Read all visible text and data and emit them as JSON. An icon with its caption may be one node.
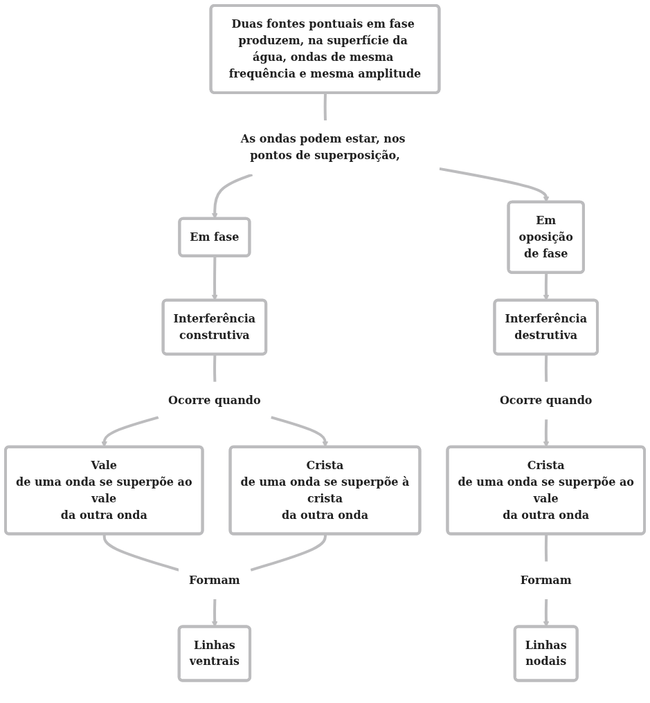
{
  "diagram": {
    "nodes": [
      {
        "text": [
          "Duas fontes pontuais em fase produzem, na superfície da água, ondas de mesma frequência e mesma amplitude"
        ]
      },
      {
        "text": [
          "As ondas podem estar, nos pontos de superposição,"
        ]
      },
      {
        "text": [
          "Em fase"
        ]
      },
      {
        "text": [
          "Em",
          "oposição",
          "de fase"
        ]
      },
      {
        "text": [
          "Interferência",
          "construtiva"
        ]
      },
      {
        "text": [
          "Interferência",
          "destrutiva"
        ]
      },
      {
        "text": [
          "Ocorre quando"
        ]
      },
      {
        "text": [
          "Ocorre quando"
        ]
      },
      {
        "text": [
          "Vale",
          "de uma onda se superpõe ao",
          "vale",
          "da outra onda"
        ]
      },
      {
        "text": [
          "Crista",
          "de uma onda se superpõe à",
          "crista",
          "da outra onda"
        ]
      },
      {
        "text": [
          "Crista",
          "de uma onda se superpõe ao",
          "vale",
          "da outra onda"
        ]
      },
      {
        "text": [
          "Formam"
        ]
      },
      {
        "text": [
          "Formam"
        ]
      },
      {
        "text": [
          "Linhas",
          "ventrais"
        ]
      },
      {
        "text": [
          "Linhas",
          "nodais"
        ]
      }
    ],
    "edges": [
      {
        "from": 0,
        "to": 1,
        "arrow": "none"
      },
      {
        "from": 1,
        "to": 2,
        "arrow": "to"
      },
      {
        "from": 1,
        "to": 3,
        "arrow": "to"
      },
      {
        "from": 2,
        "to": 4,
        "arrow": "to"
      },
      {
        "from": 3,
        "to": 5,
        "arrow": "to"
      },
      {
        "from": 4,
        "to": 6,
        "arrow": "none"
      },
      {
        "from": 5,
        "to": 7,
        "arrow": "none"
      },
      {
        "from": 6,
        "to": 8,
        "arrow": "to"
      },
      {
        "from": 6,
        "to": 9,
        "arrow": "to"
      },
      {
        "from": 7,
        "to": 10,
        "arrow": "to"
      },
      {
        "from": 8,
        "to": 11,
        "arrow": "none"
      },
      {
        "from": 9,
        "to": 11,
        "arrow": "none"
      },
      {
        "from": 10,
        "to": 12,
        "arrow": "none"
      },
      {
        "from": 11,
        "to": 13,
        "arrow": "to"
      },
      {
        "from": 12,
        "to": 14,
        "arrow": "to"
      }
    ]
  }
}
